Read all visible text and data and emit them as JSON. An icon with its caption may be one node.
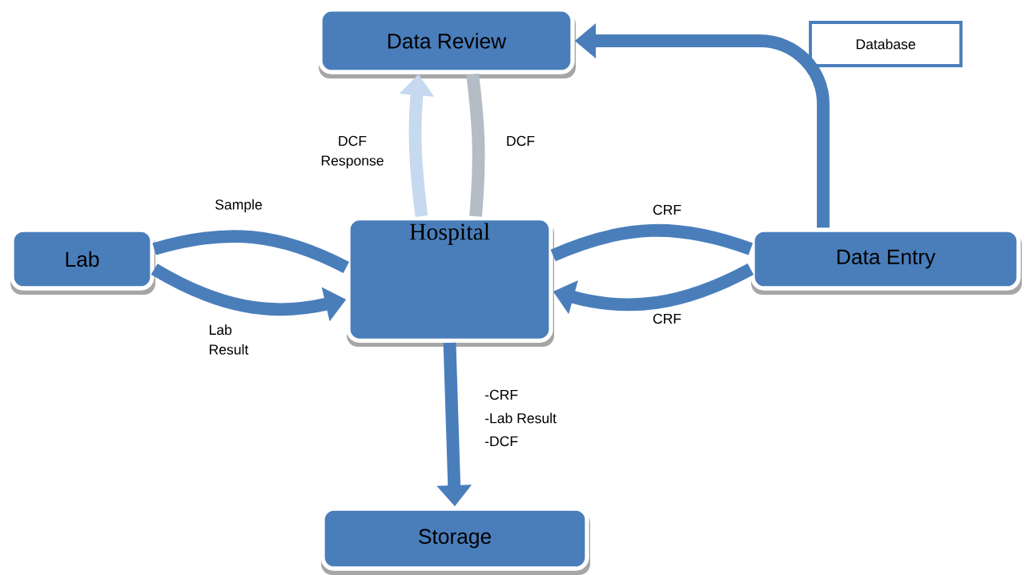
{
  "diagram": {
    "nodes": [
      {
        "text": [
          "Data Review"
        ]
      },
      {
        "text": [
          "Database"
        ]
      },
      {
        "text": [
          "Lab"
        ]
      },
      {
        "text": [
          "Hospital"
        ]
      },
      {
        "text": [
          "Data Entry"
        ]
      },
      {
        "text": [
          "Storage"
        ]
      }
    ],
    "edges": [
      {
        "from": 3,
        "to": 2,
        "arrow": "none",
        "label": "Sample"
      },
      {
        "from": 2,
        "to": 3,
        "arrow": "to",
        "label": "Lab Result"
      },
      {
        "from": 0,
        "to": 3,
        "arrow": "none",
        "label": "DCF",
        "color": "#b4bcc6"
      },
      {
        "from": 3,
        "to": 0,
        "arrow": "to",
        "label": "DCF Response",
        "color": "#c6d9f1"
      },
      {
        "from": 3,
        "to": 4,
        "arrow": "none",
        "label": "CRF"
      },
      {
        "from": 4,
        "to": 3,
        "arrow": "to",
        "label": "CRF"
      },
      {
        "from": 4,
        "to": 0,
        "arrow": "to"
      },
      {
        "from": 3,
        "to": 5,
        "arrow": "to"
      }
    ],
    "labels": [
      "-CRF",
      "-Lab Result",
      "-DCF"
    ]
  }
}
